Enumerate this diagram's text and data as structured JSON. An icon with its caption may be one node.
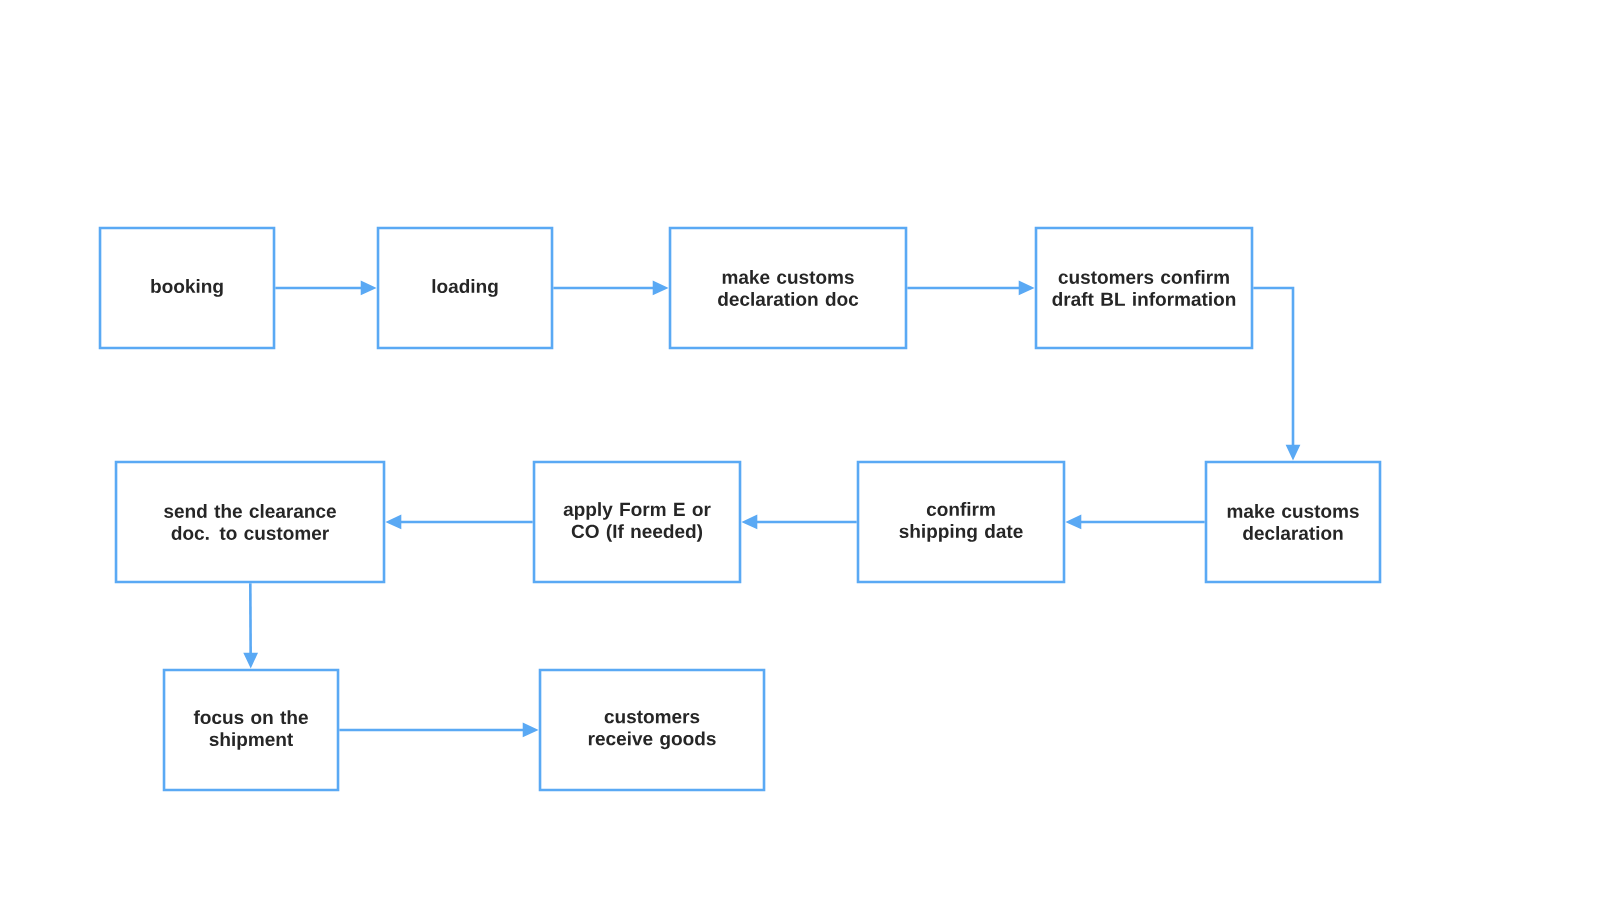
{
  "diagram": {
    "nodes": [
      {
        "text": [
          "booking"
        ]
      },
      {
        "text": [
          "loading"
        ]
      },
      {
        "text": [
          "make customs declaration doc"
        ]
      },
      {
        "text": [
          "customers confirm draft BL information"
        ]
      },
      {
        "text": [
          "make customs declaration"
        ]
      },
      {
        "text": [
          "confirm shipping date"
        ]
      },
      {
        "text": [
          "apply Form E or CO (If needed)"
        ]
      },
      {
        "text": [
          "send the clearance doc. to customer"
        ]
      },
      {
        "text": [
          "focus on the shipment"
        ]
      },
      {
        "text": [
          "customers receive goods"
        ]
      }
    ],
    "edges": [
      {
        "from": 0,
        "to": 1,
        "arrow": "to"
      },
      {
        "from": 1,
        "to": 2,
        "arrow": "to"
      },
      {
        "from": 2,
        "to": 3,
        "arrow": "to"
      },
      {
        "from": 3,
        "to": 4,
        "arrow": "to"
      },
      {
        "from": 4,
        "to": 5,
        "arrow": "to"
      },
      {
        "from": 5,
        "to": 6,
        "arrow": "to"
      },
      {
        "from": 6,
        "to": 7,
        "arrow": "to"
      },
      {
        "from": 7,
        "to": 8,
        "arrow": "to"
      },
      {
        "from": 8,
        "to": 9,
        "arrow": "to"
      }
    ]
  }
}
